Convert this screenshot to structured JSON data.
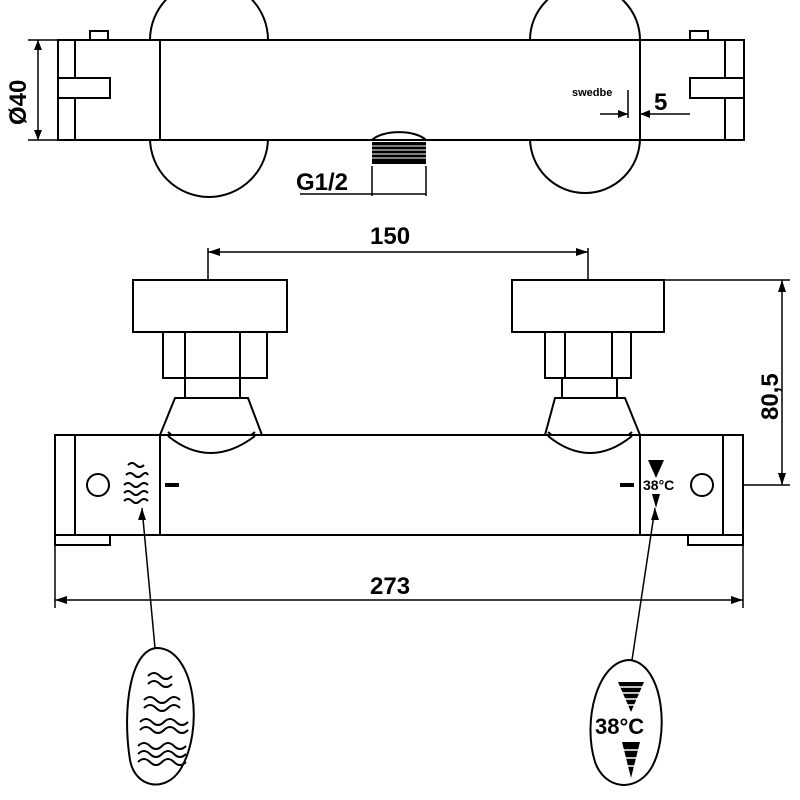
{
  "dimensions": {
    "diameter": "Ø40",
    "brand": "swedbe",
    "offset": "5",
    "thread": "G1/2",
    "centers": "150",
    "height": "80,5",
    "length": "273"
  },
  "labels": {
    "temp_small": "38°C",
    "temp_large": "38°C"
  }
}
